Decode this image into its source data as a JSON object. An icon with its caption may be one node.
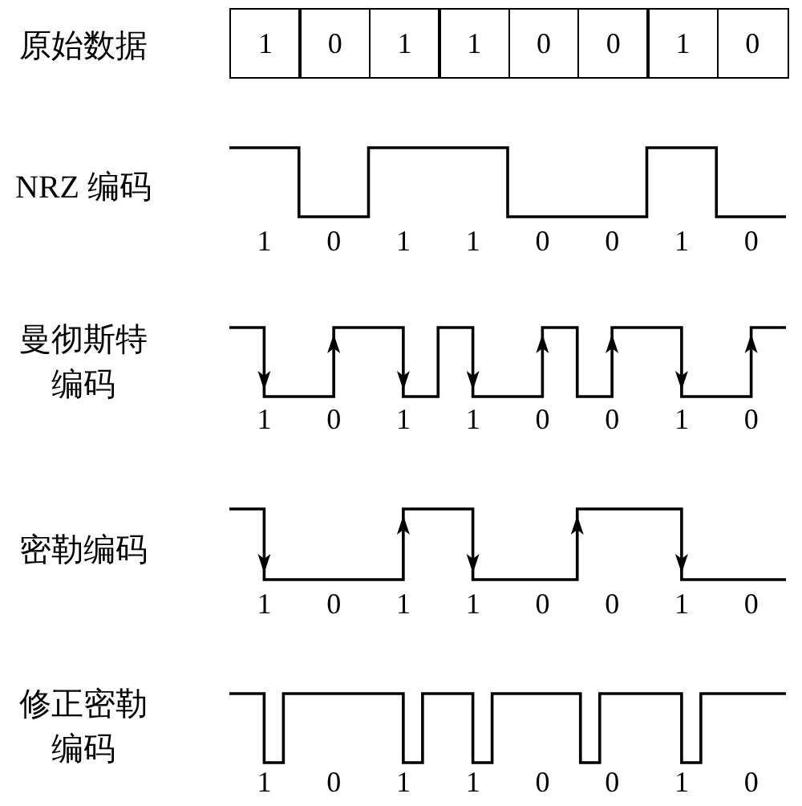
{
  "diagram": {
    "nodes": [
      {
        "text": [
          "1"
        ]
      },
      {
        "text": [
          "0"
        ]
      },
      {
        "text": [
          "1"
        ]
      },
      {
        "text": [
          "1"
        ]
      },
      {
        "text": [
          "0"
        ]
      },
      {
        "text": [
          "0"
        ]
      },
      {
        "text": [
          "1"
        ]
      },
      {
        "text": [
          "0"
        ]
      }
    ],
    "labels": [
      "原始数据",
      "NRZ 编码",
      "1",
      "0",
      "1",
      "1",
      "0",
      "0",
      "1",
      "0",
      "曼彻斯特编码",
      "1",
      "0",
      "1",
      "1",
      "0",
      "0",
      "1",
      "0",
      "密勒编码",
      "1",
      "0",
      "1",
      "1",
      "0",
      "0",
      "1",
      "0",
      "修正密勒编码",
      "1",
      "0",
      "1",
      "1",
      "0",
      "0",
      "1",
      "0"
    ]
  }
}
